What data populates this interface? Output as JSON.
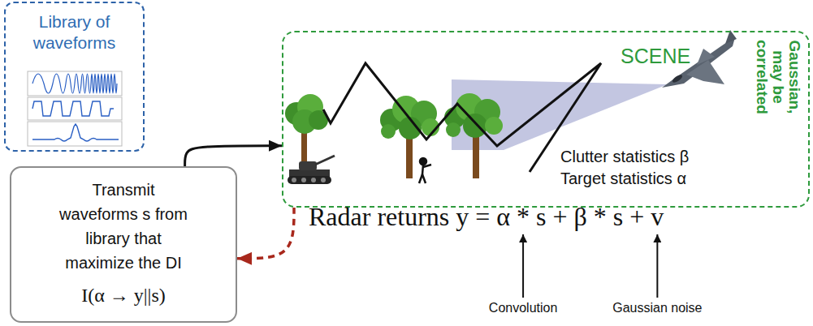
{
  "diagram": {
    "nodes": [
      {
        "text": [
          "Library of waveforms"
        ]
      },
      {
        "text": [
          "Transmit waveforms s from library that maximize the DI",
          "I(α → y||s)"
        ]
      },
      {
        "text": [
          "SCENE",
          "Clutter statistics β",
          "Target statistics α",
          "Gaussian, may be correlated"
        ]
      }
    ],
    "edges": [
      {
        "from": 1,
        "to": 2,
        "arrow": "to"
      },
      {
        "from": 2,
        "to": 1,
        "arrow": "to"
      }
    ],
    "labels": [
      "Radar returns y = α * s + β * s + v",
      "Convolution",
      "Gaussian noise"
    ]
  }
}
